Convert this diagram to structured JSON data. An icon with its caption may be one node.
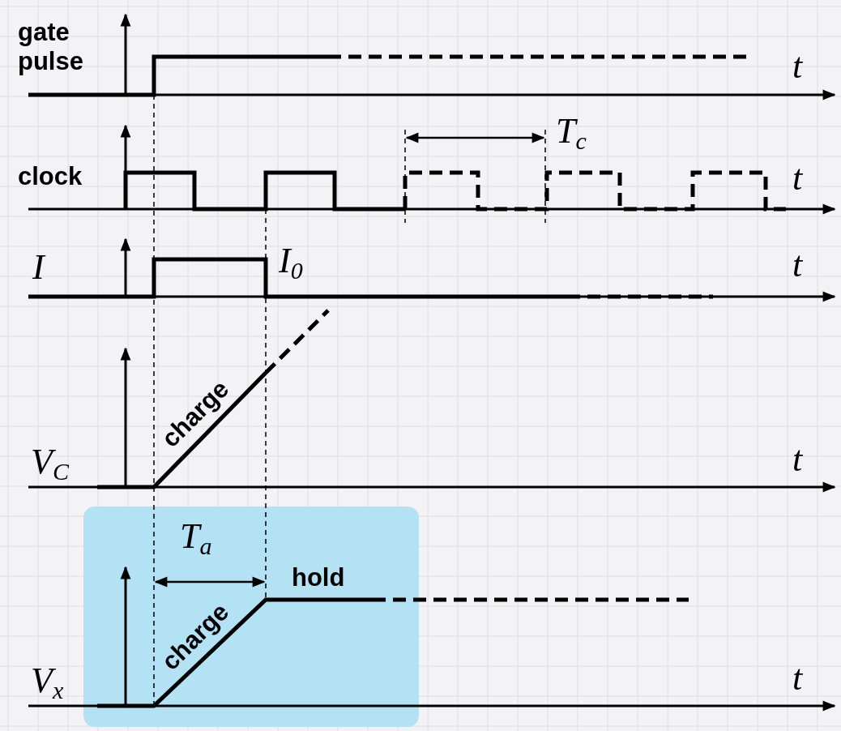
{
  "diagram": {
    "labels": [
      "gate pulse",
      "t",
      "T$_{c}$",
      "clock",
      "t",
      "I",
      "I$_{0}$",
      "t",
      "charge",
      "V$_{C}$",
      "t",
      "T$_{a}$",
      "hold",
      "charge",
      "V$_{x}$",
      "t"
    ]
  }
}
